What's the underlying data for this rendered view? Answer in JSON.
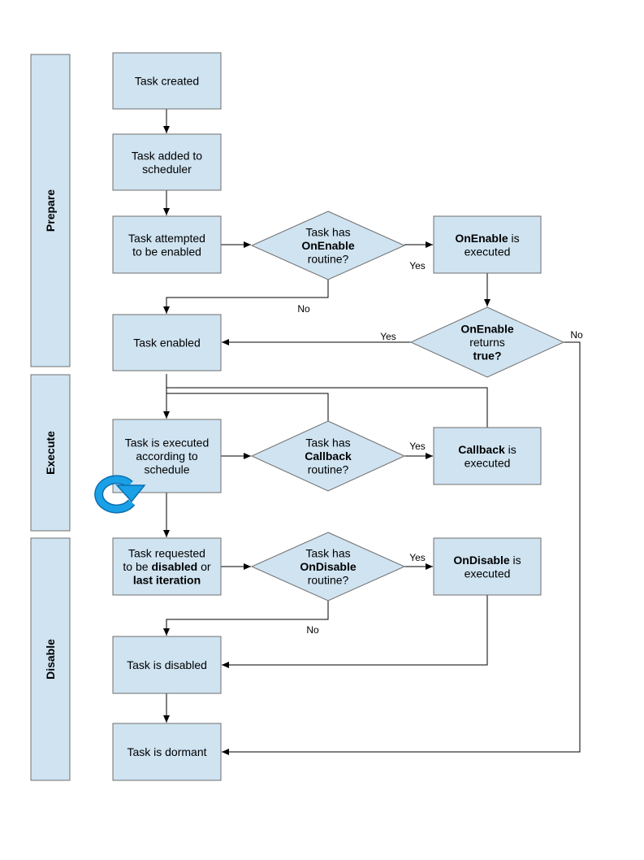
{
  "colors": {
    "fill": "#cfe3f1",
    "stroke": "#6f6f6f",
    "line": "#000000",
    "loop_icon": "#1aa0e6"
  },
  "lanes": [
    {
      "id": "prepare",
      "label": "Prepare"
    },
    {
      "id": "execute",
      "label": "Execute"
    },
    {
      "id": "disable",
      "label": "Disable"
    }
  ],
  "nodes": [
    {
      "id": "created",
      "shape": "rect",
      "lines": [
        [
          {
            "t": "Task created"
          }
        ]
      ]
    },
    {
      "id": "added",
      "shape": "rect",
      "lines": [
        [
          {
            "t": "Task added to"
          }
        ],
        [
          {
            "t": "scheduler"
          }
        ]
      ]
    },
    {
      "id": "attempted",
      "shape": "rect",
      "lines": [
        [
          {
            "t": "Task attempted"
          }
        ],
        [
          {
            "t": "to be enabled"
          }
        ]
      ]
    },
    {
      "id": "has_onenable",
      "shape": "diamond",
      "lines": [
        [
          {
            "t": "Task has"
          }
        ],
        [
          {
            "t": "OnEnable",
            "b": true
          }
        ],
        [
          {
            "t": "routine?"
          }
        ]
      ]
    },
    {
      "id": "onenable_exec",
      "shape": "rect",
      "lines": [
        [
          {
            "t": "OnEnable",
            "b": true
          },
          {
            "t": " is"
          }
        ],
        [
          {
            "t": "executed"
          }
        ]
      ]
    },
    {
      "id": "enabled",
      "shape": "rect",
      "lines": [
        [
          {
            "t": "Task enabled"
          }
        ]
      ]
    },
    {
      "id": "onenable_true",
      "shape": "diamond",
      "lines": [
        [
          {
            "t": "OnEnable",
            "b": true
          }
        ],
        [
          {
            "t": "returns"
          }
        ],
        [
          {
            "t": "true?",
            "b": true
          }
        ]
      ]
    },
    {
      "id": "executed_sched",
      "shape": "rect",
      "lines": [
        [
          {
            "t": "Task is executed"
          }
        ],
        [
          {
            "t": "according to"
          }
        ],
        [
          {
            "t": "schedule"
          }
        ]
      ]
    },
    {
      "id": "has_callback",
      "shape": "diamond",
      "lines": [
        [
          {
            "t": "Task has"
          }
        ],
        [
          {
            "t": "Callback",
            "b": true
          }
        ],
        [
          {
            "t": "routine?"
          }
        ]
      ]
    },
    {
      "id": "callback_exec",
      "shape": "rect",
      "lines": [
        [
          {
            "t": "Callback",
            "b": true
          },
          {
            "t": " is"
          }
        ],
        [
          {
            "t": "executed"
          }
        ]
      ]
    },
    {
      "id": "requested_disable",
      "shape": "rect",
      "lines": [
        [
          {
            "t": "Task requested"
          }
        ],
        [
          {
            "t": "to be "
          },
          {
            "t": "disabled",
            "b": true
          },
          {
            "t": " or"
          }
        ],
        [
          {
            "t": "last iteration",
            "b": true
          }
        ]
      ]
    },
    {
      "id": "has_ondisable",
      "shape": "diamond",
      "lines": [
        [
          {
            "t": "Task has"
          }
        ],
        [
          {
            "t": "OnDisable",
            "b": true
          }
        ],
        [
          {
            "t": "routine?"
          }
        ]
      ]
    },
    {
      "id": "ondisable_exec",
      "shape": "rect",
      "lines": [
        [
          {
            "t": "OnDisable",
            "b": true
          },
          {
            "t": " is"
          }
        ],
        [
          {
            "t": "executed"
          }
        ]
      ]
    },
    {
      "id": "disabled",
      "shape": "rect",
      "lines": [
        [
          {
            "t": "Task is disabled"
          }
        ]
      ]
    },
    {
      "id": "dormant",
      "shape": "rect",
      "lines": [
        [
          {
            "t": "Task is dormant"
          }
        ]
      ]
    }
  ],
  "edges": [
    {
      "id": "created-added",
      "label": ""
    },
    {
      "id": "added-attempted",
      "label": ""
    },
    {
      "id": "attempted-has_onenable",
      "label": ""
    },
    {
      "id": "has_onenable-onenable_exec",
      "label": "Yes"
    },
    {
      "id": "has_onenable-enabled",
      "label": "No"
    },
    {
      "id": "onenable_exec-onenable_true",
      "label": ""
    },
    {
      "id": "onenable_true-enabled",
      "label": "Yes"
    },
    {
      "id": "onenable_true-dormant",
      "label": "No"
    },
    {
      "id": "enabled-executed_sched",
      "label": ""
    },
    {
      "id": "executed_sched-has_callback",
      "label": ""
    },
    {
      "id": "has_callback-callback_exec",
      "label": "Yes"
    },
    {
      "id": "has_callback-loop",
      "label": ""
    },
    {
      "id": "callback_exec-loop",
      "label": ""
    },
    {
      "id": "executed_sched-requested_disable",
      "label": ""
    },
    {
      "id": "requested_disable-has_ondisable",
      "label": ""
    },
    {
      "id": "has_ondisable-ondisable_exec",
      "label": "Yes"
    },
    {
      "id": "has_ondisable-disabled",
      "label": "No"
    },
    {
      "id": "ondisable_exec-disabled",
      "label": ""
    },
    {
      "id": "disabled-dormant",
      "label": ""
    }
  ],
  "icons": [
    {
      "id": "loop",
      "name": "loop-arrow-icon"
    }
  ]
}
